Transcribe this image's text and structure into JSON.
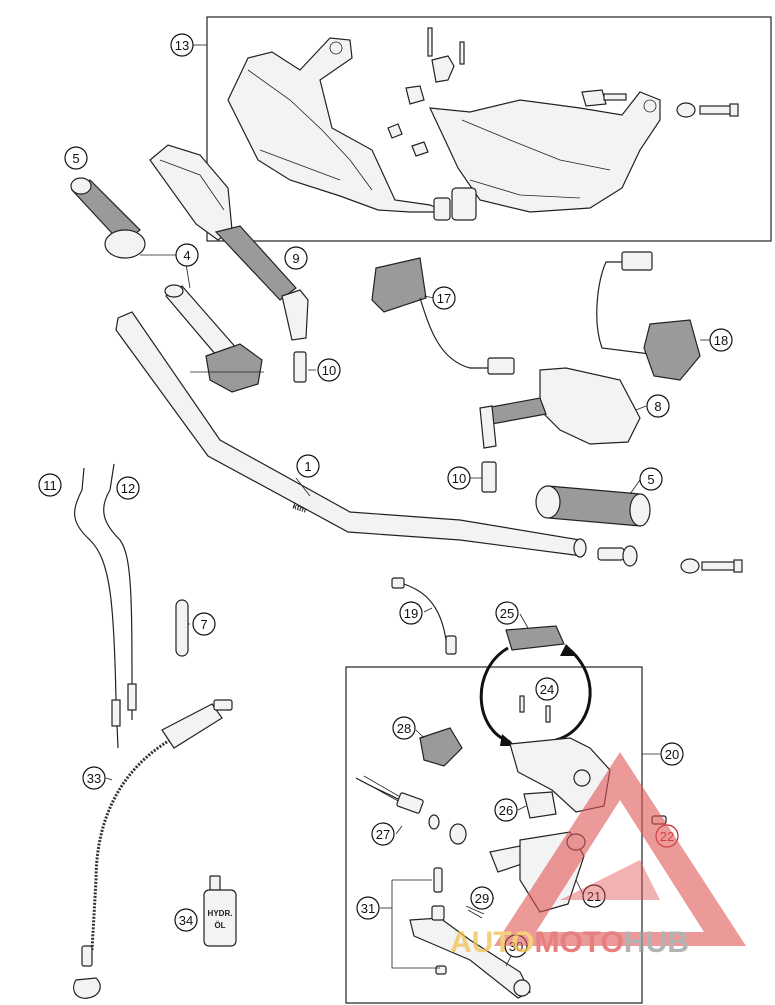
{
  "callouts": [
    {
      "id": "c13",
      "label": "13"
    },
    {
      "id": "c5a",
      "label": "5"
    },
    {
      "id": "c4",
      "label": "4"
    },
    {
      "id": "c9",
      "label": "9"
    },
    {
      "id": "c10a",
      "label": "10"
    },
    {
      "id": "c17",
      "label": "17"
    },
    {
      "id": "c18",
      "label": "18"
    },
    {
      "id": "c8",
      "label": "8"
    },
    {
      "id": "c10b",
      "label": "10"
    },
    {
      "id": "c5b",
      "label": "5"
    },
    {
      "id": "c1",
      "label": "1"
    },
    {
      "id": "c11",
      "label": "11"
    },
    {
      "id": "c12",
      "label": "12"
    },
    {
      "id": "c7",
      "label": "7"
    },
    {
      "id": "c19",
      "label": "19"
    },
    {
      "id": "c25",
      "label": "25"
    },
    {
      "id": "c24",
      "label": "24"
    },
    {
      "id": "c20",
      "label": "20"
    },
    {
      "id": "c28",
      "label": "28"
    },
    {
      "id": "c33",
      "label": "33"
    },
    {
      "id": "c26",
      "label": "26"
    },
    {
      "id": "c27",
      "label": "27"
    },
    {
      "id": "c22",
      "label": "22"
    },
    {
      "id": "c21",
      "label": "21"
    },
    {
      "id": "c31",
      "label": "31"
    },
    {
      "id": "c29",
      "label": "29"
    },
    {
      "id": "c34",
      "label": "34"
    },
    {
      "id": "c30",
      "label": "30"
    }
  ],
  "oil_bottle_label": {
    "line1": "HYDR.",
    "line2": "ÖL"
  },
  "watermark": {
    "part1": "AUTO",
    "part2": "MOTO",
    "part3": "HUB"
  },
  "colors": {
    "watermark_red": "#e05555",
    "watermark_gold": "#f2c14e",
    "callout_red": "#c02020"
  }
}
